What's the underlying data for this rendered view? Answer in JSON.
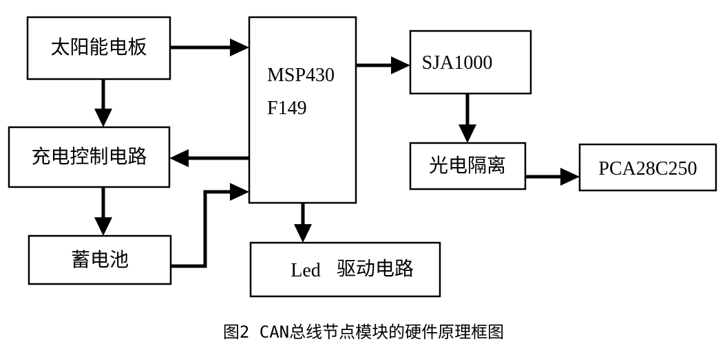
{
  "blocks": {
    "solar_panel": "太阳能电板",
    "charge_control": "充电控制电路",
    "battery": "蓄电池",
    "mcu_line1": "MSP430",
    "mcu_line2": "F149",
    "can_controller": "SJA1000",
    "opto_isolation": "光电隔离",
    "transceiver": "PCA28C250",
    "led_driver_en": "Led",
    "led_driver_zh": "驱动电路"
  },
  "caption": "图2 CAN总线节点模块的硬件原理框图"
}
